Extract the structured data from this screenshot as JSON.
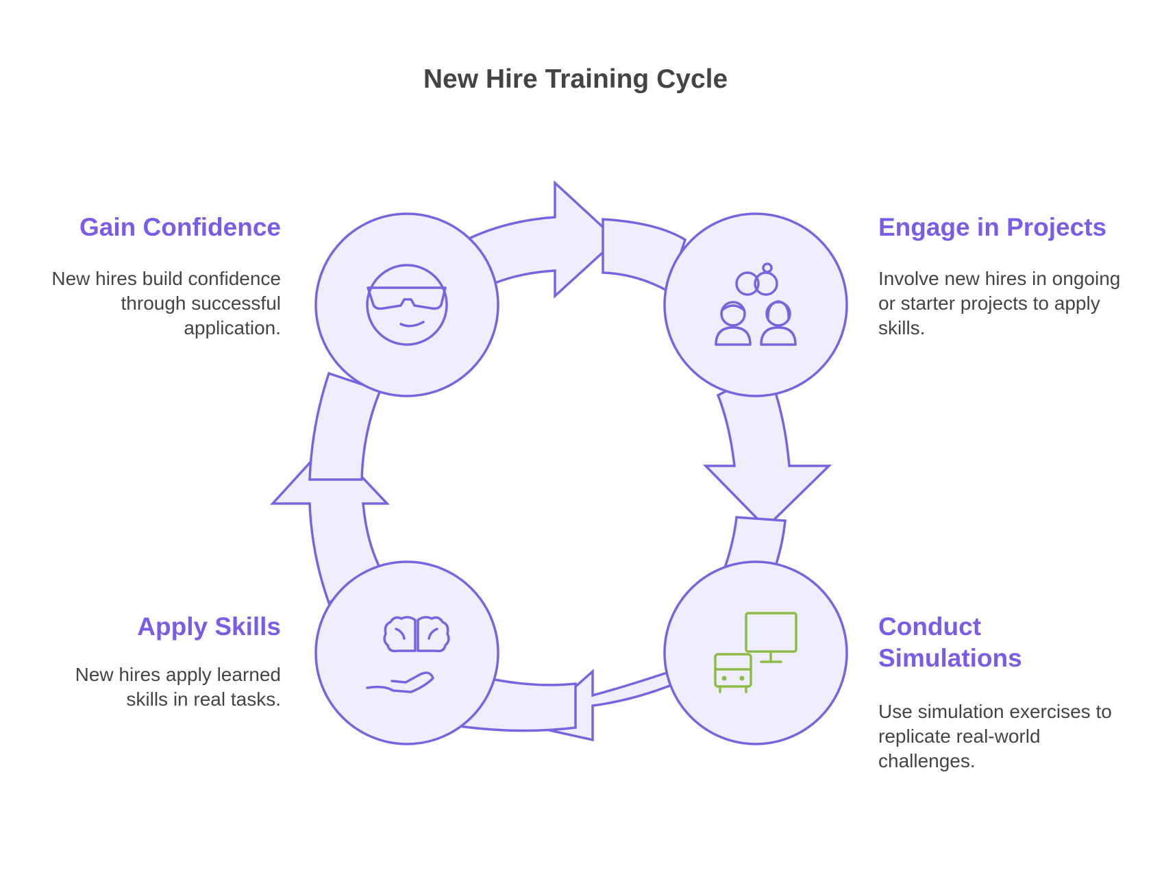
{
  "title": "New Hire Training Cycle",
  "colors": {
    "accent": "#7b5ce6",
    "fill": "#f0eefc",
    "stroke": "#7a63e0",
    "icon_green": "#8cbc45",
    "text": "#444444"
  },
  "stages": [
    {
      "title": "Engage in Projects",
      "description": "Involve new hires in ongoing or starter projects to apply skills.",
      "icon": "people-collaboration-icon"
    },
    {
      "title": "Conduct Simulations",
      "description": "Use simulation exercises to replicate real-world challenges.",
      "icon": "monitor-simulator-icon"
    },
    {
      "title": "Apply Skills",
      "description": "New hires apply learned skills in real tasks.",
      "icon": "brain-hand-icon"
    },
    {
      "title": "Gain Confidence",
      "description": "New hires build confidence through successful application.",
      "icon": "cool-face-icon"
    }
  ]
}
